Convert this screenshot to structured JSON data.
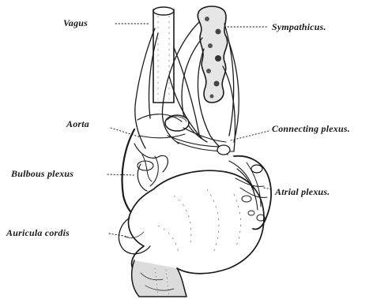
{
  "figure": {
    "labels": {
      "vagus": "Vagus",
      "sympathicus": "Sympathicus.",
      "aorta": "Aorta",
      "connecting_plexus": "Connecting plexus.",
      "bulbous_plexus": "Bulbous plexus",
      "atrial_plexus": "Atrial plexus.",
      "auricula_cordis": "Auricula cordis"
    },
    "colors": {
      "ink": "#1a1a1a",
      "paper": "#ffffff"
    }
  }
}
